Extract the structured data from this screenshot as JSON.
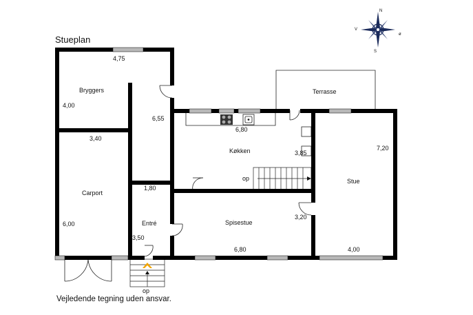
{
  "title": "Stueplan",
  "disclaimer": "Vejledende tegning uden ansvar.",
  "compass": {
    "n": "N",
    "v": "V",
    "o": "ø",
    "s": "S"
  },
  "rooms": {
    "bryggers": "Bryggers",
    "carport": "Carport",
    "entre": "Entré",
    "koekken": "Køkken",
    "spisestue": "Spisestue",
    "stue": "Stue",
    "terrasse": "Terrasse"
  },
  "dimensions": {
    "bryggers_width": "4,75",
    "bryggers_depth": "4,00",
    "hall_length": "6,55",
    "carport_width": "3,40",
    "carport_depth": "6,00",
    "entre_width": "1,80",
    "entre_depth": "3,50",
    "koekken_width": "6,80",
    "koekken_depth": "3,85",
    "spisestue_width": "6,80",
    "spisestue_depth": "3,20",
    "stue_depth": "7,20",
    "stue_width": "4,00"
  },
  "stair_labels": {
    "inner": "op",
    "entrance": "op"
  },
  "colors": {
    "wall": "#000000",
    "window": "#b8b8b8",
    "accent": "#f2a500"
  }
}
